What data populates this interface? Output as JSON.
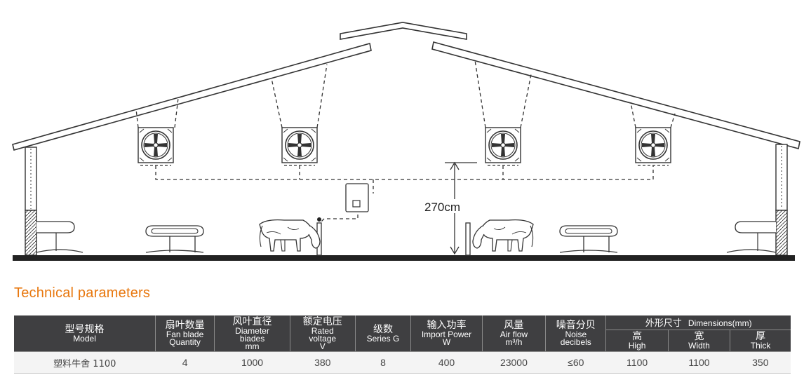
{
  "diagram": {
    "height_label": "270cm",
    "fan_count": 4
  },
  "section": {
    "title": "Technical parameters"
  },
  "table": {
    "headers": [
      {
        "zh": "型号规格",
        "en": [
          "Model"
        ]
      },
      {
        "zh": "扇叶数量",
        "en": [
          "Fan blade",
          "Quantity"
        ]
      },
      {
        "zh": "风叶直径",
        "en": [
          "Diameter",
          "biades",
          "mm"
        ]
      },
      {
        "zh": "额定电压",
        "en": [
          "Rated",
          "voltage",
          "V"
        ]
      },
      {
        "zh": "级数",
        "en": [
          "Series G"
        ]
      },
      {
        "zh": "输入功率",
        "en": [
          "Import Power",
          "W"
        ]
      },
      {
        "zh": "风量",
        "en": [
          "Air flow",
          "m³/h"
        ]
      },
      {
        "zh": "噪音分贝",
        "en": [
          "Noise",
          "decibels"
        ]
      }
    ],
    "group_header": {
      "zh": "外形尺寸",
      "en": "Dimensions(mm)"
    },
    "sub_headers": [
      {
        "zh": "高",
        "en": "High"
      },
      {
        "zh": "宽",
        "en": "Width"
      },
      {
        "zh": "厚",
        "en": "Thick"
      }
    ],
    "rows": [
      [
        "塑料牛舍 1100",
        "4",
        "1000",
        "380",
        "8",
        "400",
        "23000",
        "≤60",
        "1100",
        "1100",
        "350"
      ]
    ]
  },
  "colors": {
    "accent": "#e8780f",
    "header_bg": "#3f3f41",
    "row_bg": "#f4f4f4",
    "line": "#333333"
  }
}
